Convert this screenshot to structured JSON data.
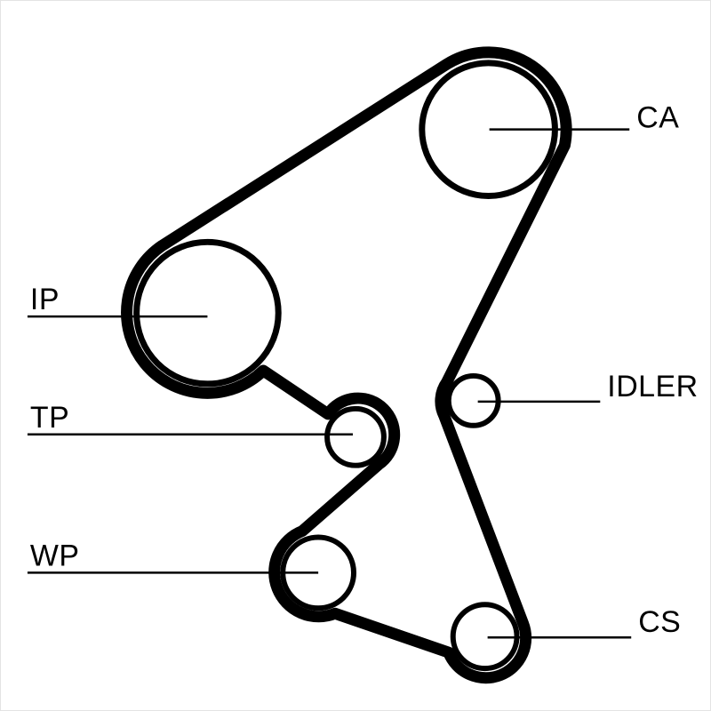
{
  "diagram": {
    "type": "timing-belt-routing",
    "colors": {
      "line": "#000000",
      "background": "#ffffff"
    },
    "pulleys": [
      {
        "id": "ca",
        "label": "CA"
      },
      {
        "id": "ip",
        "label": "IP"
      },
      {
        "id": "tp",
        "label": "TP"
      },
      {
        "id": "wp",
        "label": "WP"
      },
      {
        "id": "idler",
        "label": "IDLER"
      },
      {
        "id": "cs",
        "label": "CS"
      }
    ]
  }
}
